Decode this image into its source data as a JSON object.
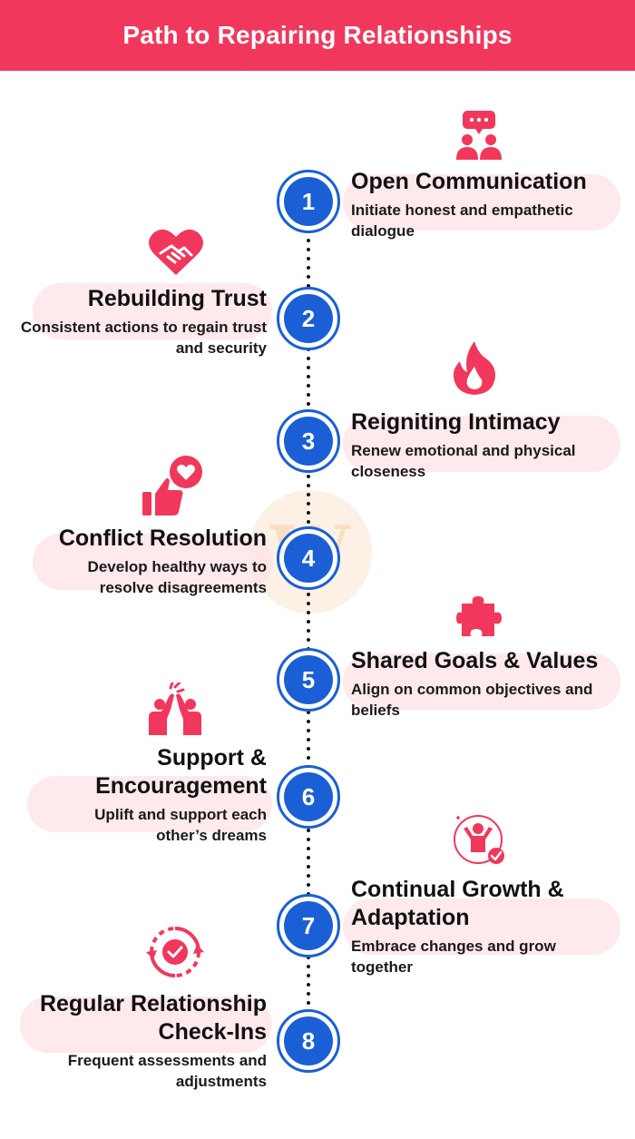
{
  "header": {
    "title": "Path to Repairing Relationships"
  },
  "colors": {
    "header_bg": "#f2375c",
    "circle_blue": "#1a5fd6",
    "icon_pink": "#f2375c"
  },
  "steps": [
    {
      "number": "1",
      "title": "Open Communication",
      "description": "Initiate honest and empathetic dialogue",
      "icon": "chat-people-icon",
      "side": "right"
    },
    {
      "number": "2",
      "title": "Rebuilding Trust",
      "description": "Consistent actions to regain trust and security",
      "icon": "heart-handshake-icon",
      "side": "left"
    },
    {
      "number": "3",
      "title": "Reigniting Intimacy",
      "description": "Renew emotional and physical closeness",
      "icon": "flame-icon",
      "side": "right"
    },
    {
      "number": "4",
      "title": "Conflict Resolution",
      "description": "Develop healthy ways to resolve disagreements",
      "icon": "thumbs-up-heart-icon",
      "side": "left"
    },
    {
      "number": "5",
      "title": "Shared Goals & Values",
      "description": "Align on common objectives and beliefs",
      "icon": "puzzle-piece-icon",
      "side": "right"
    },
    {
      "number": "6",
      "title": "Support & Encouragement",
      "title_lines": [
        "Support &",
        "Encouragement"
      ],
      "description": "Uplift and support each other’s dreams",
      "icon": "high-five-icon",
      "side": "left"
    },
    {
      "number": "7",
      "title": "Continual Growth & Adaptation",
      "title_lines": [
        "Continual Growth &",
        "Adaptation"
      ],
      "description": "Embrace changes and grow together",
      "icon": "growth-person-icon",
      "side": "right"
    },
    {
      "number": "8",
      "title": "Regular Relationship Check-Ins",
      "title_lines": [
        "Regular Relationship",
        "Check-Ins"
      ],
      "description": "Frequent assessments and adjustments",
      "icon": "cycle-check-icon",
      "side": "left"
    }
  ]
}
